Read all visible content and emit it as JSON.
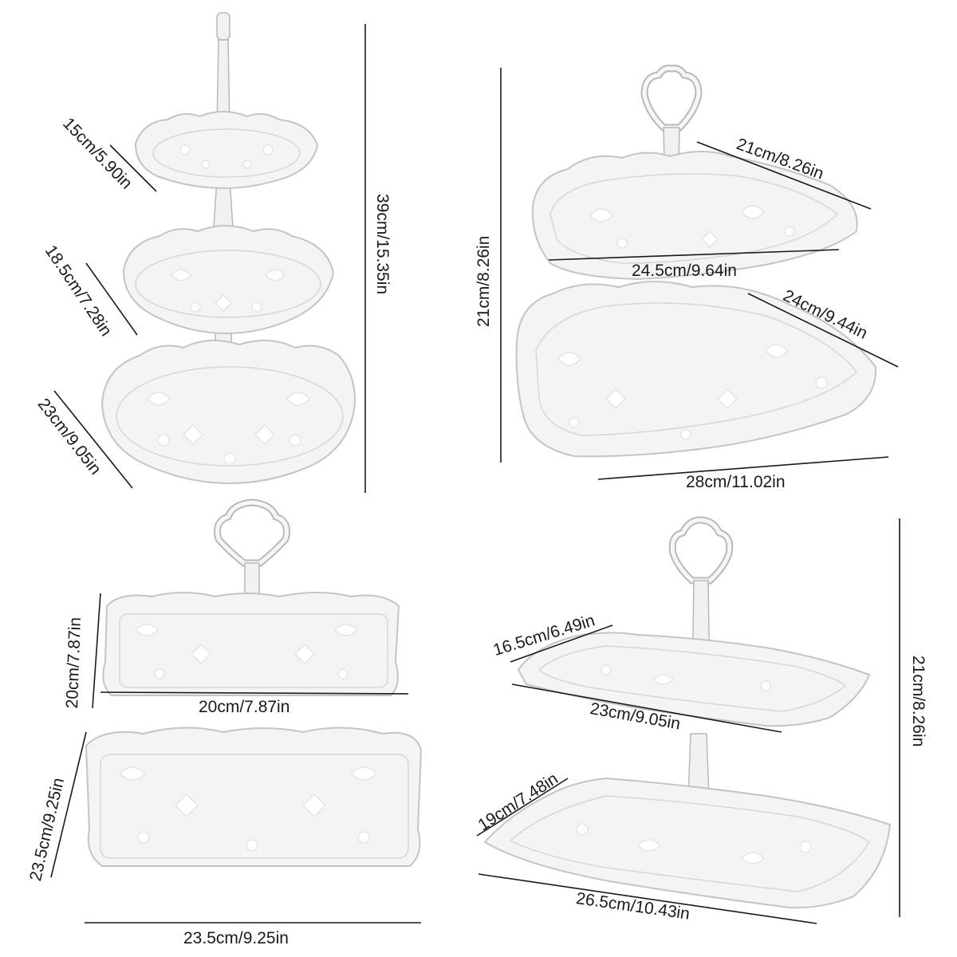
{
  "stand_three_tier_round": {
    "top_tier": "15cm/5.90in",
    "middle_tier": "18.5cm/7.28in",
    "bottom_tier": "23cm/9.05in",
    "height": "39cm/15.35in"
  },
  "stand_two_tier_heart": {
    "height": "21cm/8.26in",
    "top_side": "21cm/8.26in",
    "top_width": "24.5cm/9.64in",
    "bottom_side": "24cm/9.44in",
    "bottom_width": "28cm/11.02in"
  },
  "stand_two_tier_square": {
    "top_height": "20cm/7.87in",
    "top_width": "20cm/7.87in",
    "bottom_height": "23.5cm/9.25in",
    "bottom_width": "23.5cm/9.25in"
  },
  "stand_two_tier_rectangle": {
    "top_depth": "16.5cm/6.49in",
    "top_length": "23cm/9.05in",
    "bottom_depth": "19cm/7.48in",
    "bottom_length": "26.5cm/10.43in",
    "height": "21cm/8.26in"
  }
}
